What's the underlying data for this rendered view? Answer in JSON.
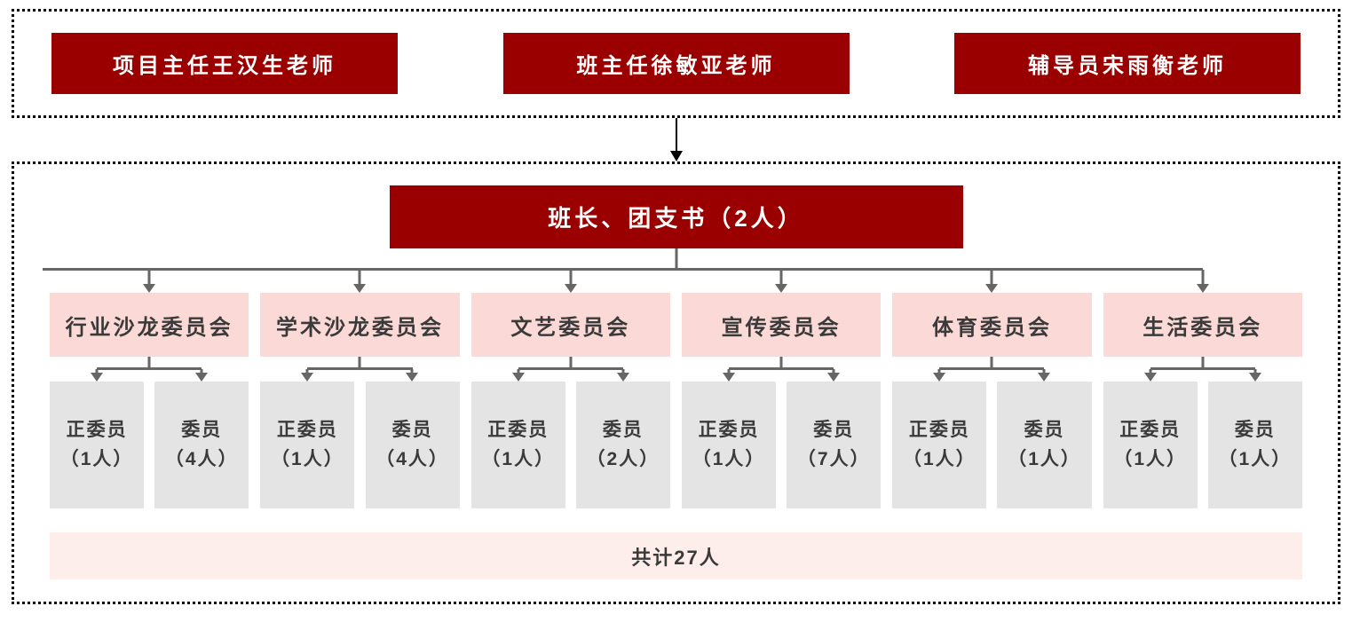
{
  "colors": {
    "dark_red": "#9A0000",
    "committee_pink": "#FAD9D6",
    "total_bar_pink": "#FDEDEB",
    "member_gray": "#E5E4E4",
    "connector_gray": "#666666",
    "connector_black": "#000000",
    "text_dark": "#3A3A3A",
    "text_white": "#FFFFFF"
  },
  "teachers": {
    "items": [
      {
        "label": "项目主任王汉生老师"
      },
      {
        "label": "班主任徐敏亚老师"
      },
      {
        "label": "辅导员宋雨衡老师"
      }
    ]
  },
  "leader": {
    "label": "班长、团支书（2人）"
  },
  "committees": [
    {
      "name": "行业沙龙委员会",
      "chief": "正委员",
      "chief_count": "（1人）",
      "member": "委员",
      "member_count": "（4人）"
    },
    {
      "name": "学术沙龙委员会",
      "chief": "正委员",
      "chief_count": "（1人）",
      "member": "委员",
      "member_count": "（4人）"
    },
    {
      "name": "文艺委员会",
      "chief": "正委员",
      "chief_count": "（1人）",
      "member": "委员",
      "member_count": "（2人）"
    },
    {
      "name": "宣传委员会",
      "chief": "正委员",
      "chief_count": "（1人）",
      "member": "委员",
      "member_count": "（7人）"
    },
    {
      "name": "体育委员会",
      "chief": "正委员",
      "chief_count": "（1人）",
      "member": "委员",
      "member_count": "（1人）"
    },
    {
      "name": "生活委员会",
      "chief": "正委员",
      "chief_count": "（1人）",
      "member": "委员",
      "member_count": "（1人）"
    }
  ],
  "total": {
    "label": "共计27人"
  }
}
